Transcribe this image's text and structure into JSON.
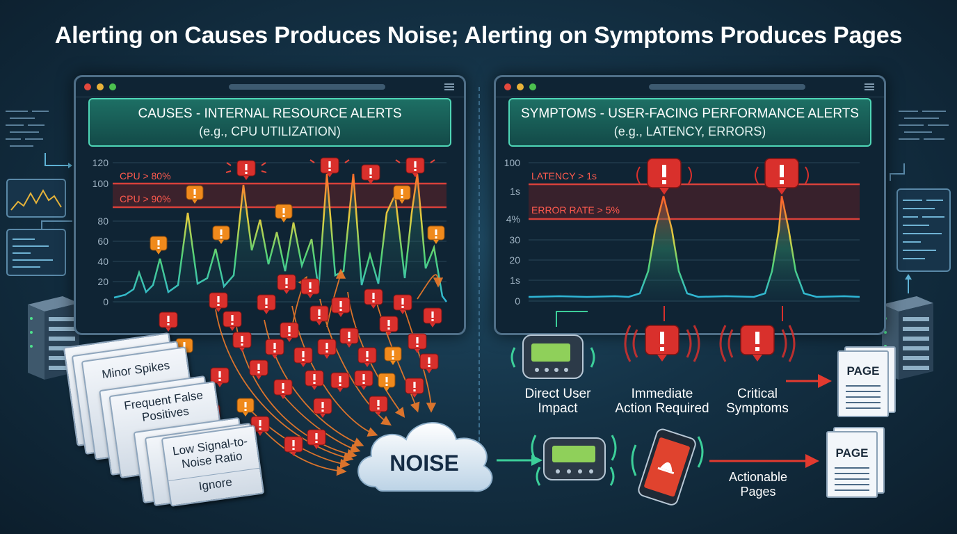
{
  "title": "Alerting on Causes Produces Noise; Alerting on Symptoms Produces Pages",
  "left_panel": {
    "header_line1": "CAUSES - INTERNAL RESOURCE ALERTS",
    "header_line2": "(e.g., CPU UTILIZATION)",
    "y_ticks": [
      "120",
      "100",
      "80",
      "60",
      "40",
      "20",
      "0"
    ],
    "threshold_labels": [
      "CPU > 80%",
      "CPU > 90%"
    ]
  },
  "right_panel": {
    "header_line1": "SYMPTOMS - USER-FACING PERFORMANCE ALERTS",
    "header_line2": "(e.g., LATENCY, ERRORS)",
    "y_ticks": [
      "100",
      "1s",
      "4%",
      "30",
      "20",
      "1s",
      "0"
    ],
    "threshold_labels": [
      "LATENCY > 1s",
      "ERROR RATE > 5%"
    ]
  },
  "noise_cards": [
    "Minor Spikes",
    "Frequent False Positives",
    "Low Signal-to-Noise Ratio",
    "Ignore"
  ],
  "noise_label": "NOISE",
  "symptom_labels": [
    "Direct User Impact",
    "Immediate Action Required",
    "Critical Symptoms",
    "Actionable Pages"
  ],
  "page_labels": [
    "PAGE",
    "PAGE"
  ],
  "colors": {
    "alert_red": "#d9302c",
    "alert_orange": "#f08a1c",
    "threshold_line": "#d8403a",
    "accent_teal": "#4fd6b6",
    "noise_arrow": "#f07b2a",
    "page_arrow": "#e23a2f",
    "green_arrow": "#3ccf9a"
  }
}
